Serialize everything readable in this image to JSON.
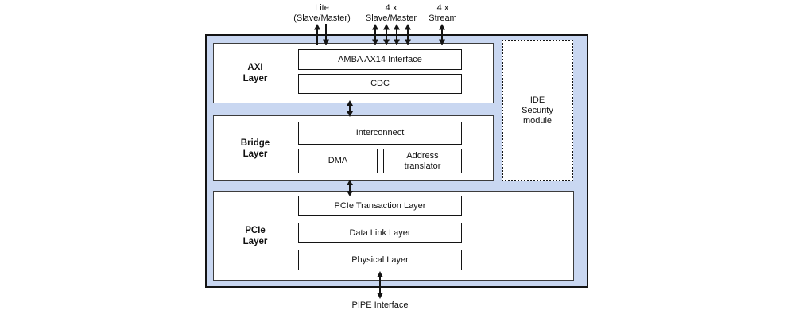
{
  "colors": {
    "container_fill": "#c9d7f1",
    "box_fill": "#ffffff",
    "line": "#141414"
  },
  "top_ports": {
    "lite_label": "Lite\n(Slave/Master)",
    "slave_master_label": "4 x\nSlave/Master",
    "stream_label": "4 x\nStream"
  },
  "axi_layer": {
    "label": "AXI\nLayer",
    "amba_interface": "AMBA AX14 Interface",
    "cdc": "CDC"
  },
  "bridge_layer": {
    "label": "Bridge\nLayer",
    "interconnect": "Interconnect",
    "dma": "DMA",
    "address_translator": "Address\ntranslator"
  },
  "pcie_layer": {
    "label": "PCIe\nLayer",
    "transaction_layer": "PCIe Transaction Layer",
    "data_link_layer": "Data Link Layer",
    "physical_layer": "Physical Layer"
  },
  "ide_module": {
    "label": "IDE\nSecurity\nmodule"
  },
  "bottom_port": {
    "pipe_label": "PIPE Interface"
  }
}
